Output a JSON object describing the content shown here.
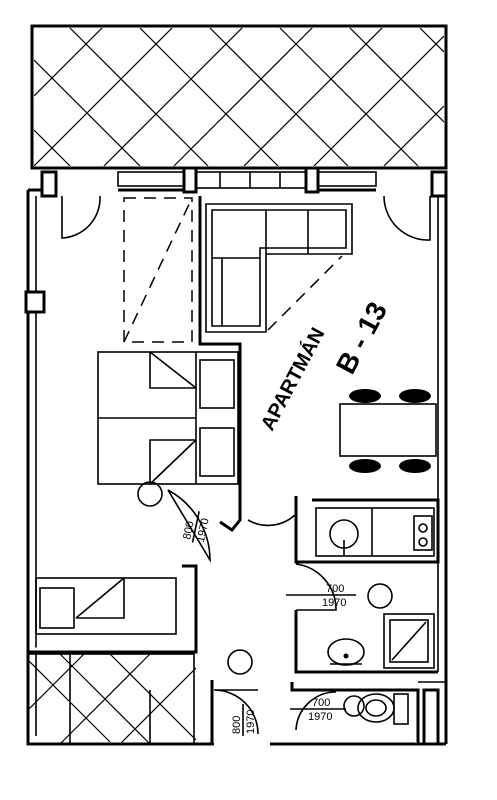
{
  "plan": {
    "apartment_label": "APARTMÁN",
    "unit_code": "B - 13",
    "doors": [
      {
        "width": "800",
        "height": "1970"
      },
      {
        "width": "700",
        "height": "1970"
      },
      {
        "width": "700",
        "height": "1970"
      },
      {
        "width": "800",
        "height": "1970"
      }
    ]
  }
}
